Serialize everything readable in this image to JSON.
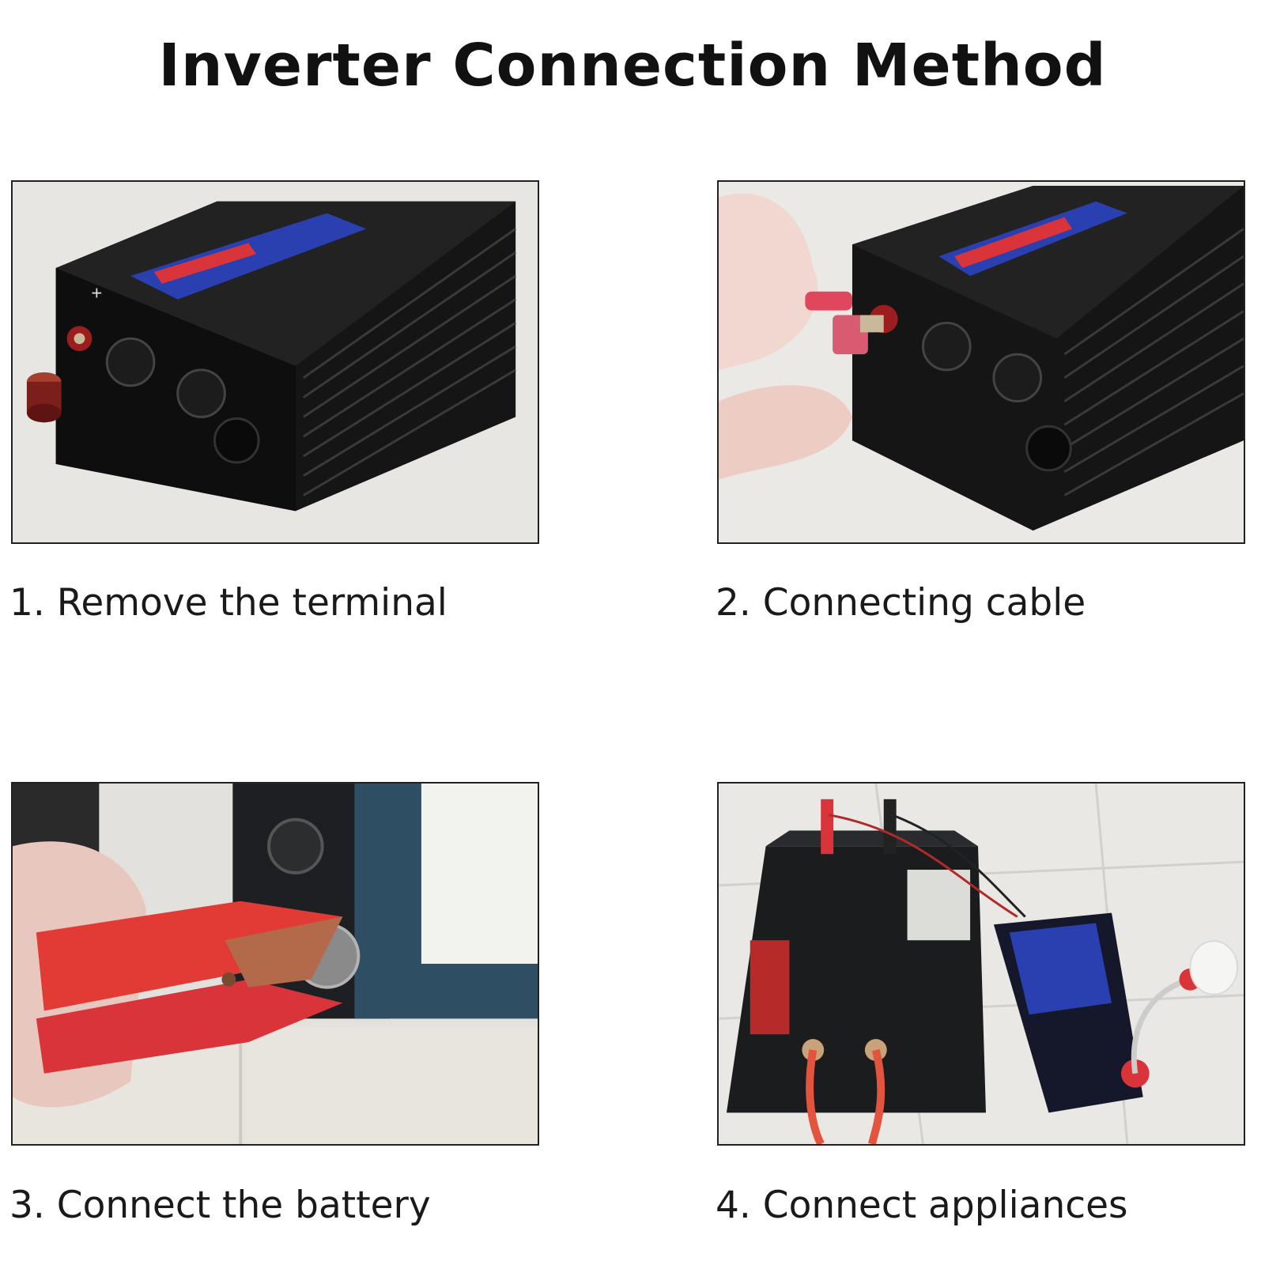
{
  "title": "Inverter Connection Method",
  "steps": [
    {
      "caption": "1. Remove the terminal",
      "image": "inverter-terminal-removed-photo"
    },
    {
      "caption": "2. Connecting cable",
      "image": "hand-connecting-cable-photo"
    },
    {
      "caption": "3. Connect the battery",
      "image": "clamp-on-battery-photo"
    },
    {
      "caption": "4. Connect appliances",
      "image": "battery-inverter-lamp-photo"
    }
  ],
  "colors": {
    "accent_red": "#d8343a",
    "inverter_body": "#141414",
    "label_blue": "#2a3fb0"
  }
}
